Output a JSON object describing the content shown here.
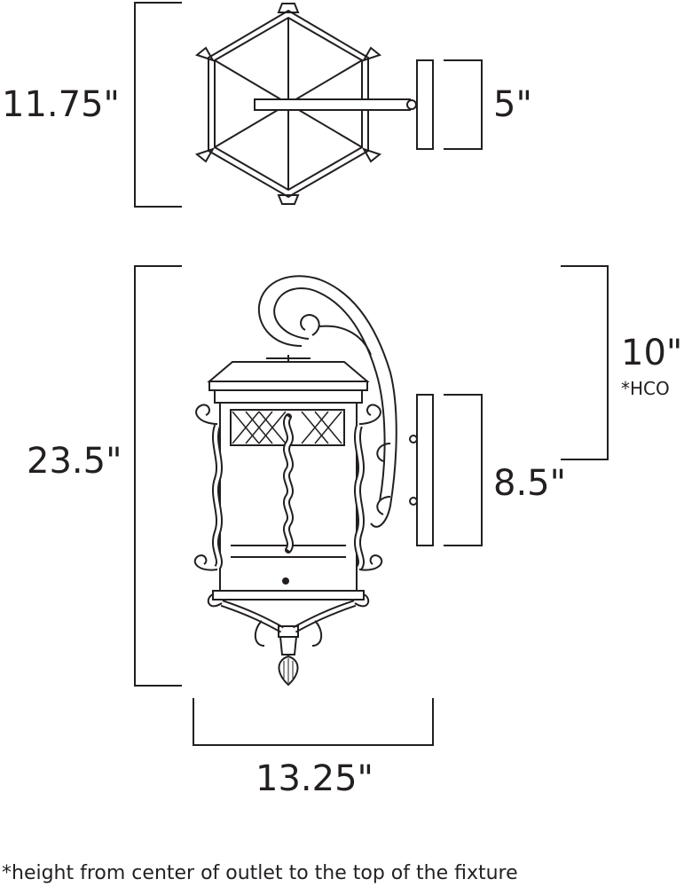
{
  "dimensions": {
    "top_depth": "11.75\"",
    "backplate_width": "5\"",
    "overall_height": "23.5\"",
    "hco": "10\"",
    "hco_label": "*HCO",
    "backplate_height": "8.5\"",
    "overall_width": "13.25\""
  },
  "footnote": "*height from center of outlet to the top of the fixture"
}
